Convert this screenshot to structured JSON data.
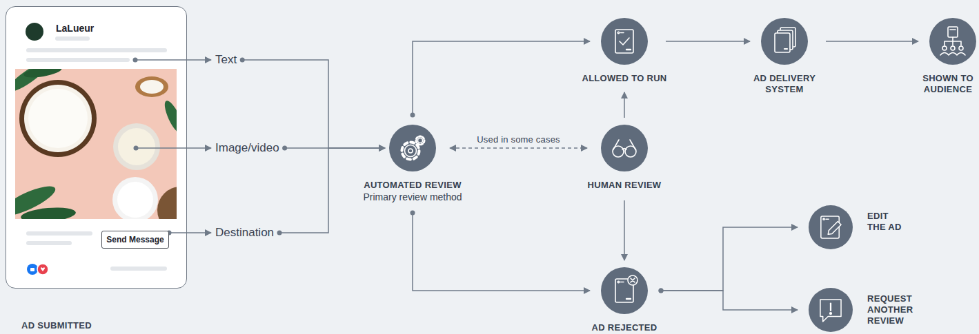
{
  "diagram": {
    "nodes": [
      {
        "text": [
          "LaLueur",
          "AD SUBMITTED"
        ]
      },
      {
        "text": [
          "Send Message"
        ],
        "in": 0
      },
      {
        "text": [
          "Text"
        ]
      },
      {
        "text": [
          "Image/video"
        ]
      },
      {
        "text": [
          "Destination"
        ]
      },
      {
        "text": [
          "AUTOMATED REVIEW",
          "Primary review method"
        ]
      },
      {
        "text": [
          "ALLOWED TO RUN"
        ]
      },
      {
        "text": [
          "HUMAN REVIEW"
        ]
      },
      {
        "text": [
          "AD REJECTED"
        ]
      },
      {
        "text": [
          "AD DELIVERY SYSTEM"
        ]
      },
      {
        "text": [
          "SHOWN TO AUDIENCE"
        ]
      },
      {
        "text": [
          "EDIT THE AD"
        ]
      },
      {
        "text": [
          "REQUEST ANOTHER REVIEW"
        ]
      }
    ],
    "edges": [
      {
        "from": 0,
        "to": 2,
        "arrow": "to"
      },
      {
        "from": 0,
        "to": 3,
        "arrow": "to"
      },
      {
        "from": 1,
        "to": 4,
        "arrow": "to"
      },
      {
        "from": 2,
        "to": 5,
        "arrow": "to"
      },
      {
        "from": 3,
        "to": 5,
        "arrow": "to"
      },
      {
        "from": 4,
        "to": 5,
        "arrow": "to"
      },
      {
        "from": 5,
        "to": 6,
        "arrow": "to"
      },
      {
        "from": 5,
        "to": 7,
        "label": "Used in some cases",
        "arrow": "both"
      },
      {
        "from": 5,
        "to": 8,
        "arrow": "to"
      },
      {
        "from": 7,
        "to": 6,
        "arrow": "to"
      },
      {
        "from": 7,
        "to": 8,
        "arrow": "to"
      },
      {
        "from": 6,
        "to": 9,
        "arrow": "to"
      },
      {
        "from": 9,
        "to": 10,
        "arrow": "to"
      },
      {
        "from": 8,
        "to": 11,
        "arrow": "to"
      },
      {
        "from": 8,
        "to": 12,
        "arrow": "to"
      }
    ]
  }
}
